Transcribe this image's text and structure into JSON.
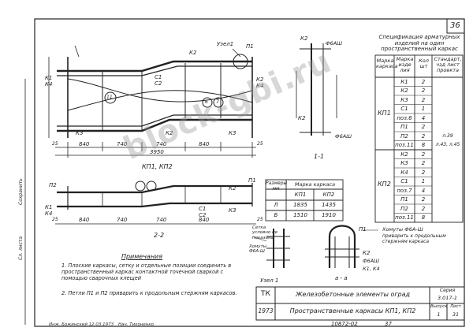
{
  "sheet": {
    "page_number": "36",
    "watermark": "block-gbi.ru"
  },
  "spec": {
    "title": "Спецификация арматурных изделий на один пространственный каркас",
    "headers": {
      "mark": "Марка каркаса",
      "item_mark": "Марка изде лия",
      "qty": "Кол шт",
      "standard": "Стандарт, чзд лист проекта"
    },
    "kp1_mark": "КП1",
    "kp2_mark": "КП2",
    "kp1_rows": [
      {
        "item": "К1",
        "qty": "2",
        "ref": ""
      },
      {
        "item": "К2",
        "qty": "2",
        "ref": ""
      },
      {
        "item": "К3",
        "qty": "2",
        "ref": ""
      },
      {
        "item": "С1",
        "qty": "1",
        "ref": ""
      },
      {
        "item": "поз.6",
        "qty": "4",
        "ref": ""
      },
      {
        "item": "П1",
        "qty": "2",
        "ref": ""
      },
      {
        "item": "П2",
        "qty": "2",
        "ref": "л.39"
      },
      {
        "item": "поз.11",
        "qty": "8",
        "ref": "л.43, л.45"
      }
    ],
    "kp2_rows": [
      {
        "item": "К2",
        "qty": "2",
        "ref": ""
      },
      {
        "item": "К3",
        "qty": "2",
        "ref": ""
      },
      {
        "item": "К4",
        "qty": "2",
        "ref": ""
      },
      {
        "item": "С1",
        "qty": "1",
        "ref": ""
      },
      {
        "item": "поз.7",
        "qty": "4",
        "ref": ""
      },
      {
        "item": "П1",
        "qty": "2",
        "ref": ""
      },
      {
        "item": "П2",
        "qty": "2",
        "ref": ""
      },
      {
        "item": "поз.11",
        "qty": "8",
        "ref": ""
      }
    ]
  },
  "sizes_table": {
    "size_header": "Размеры мм",
    "mark_header": "Марка каркаса",
    "col1": "КП1",
    "col2": "КП2",
    "rows": [
      {
        "label": "Л",
        "kp1": "1835",
        "kp2": "1435"
      },
      {
        "label": "Б",
        "kp1": "1510",
        "kp2": "1910"
      }
    ]
  },
  "drawing": {
    "node_label": "Узел1",
    "node_label_bottom": "Узел 1",
    "section_11": "1-1",
    "section_22": "2-2",
    "section_aa": "а - а",
    "title_kp": "КП1, КП2",
    "dims_top": [
      "840",
      "740",
      "740",
      "840"
    ],
    "dim_top_total": "3950",
    "dims_bottom": [
      "840",
      "740",
      "740",
      "840"
    ],
    "edge_dims": [
      "25",
      "25",
      "25",
      "25"
    ],
    "labels": {
      "p1": "П1",
      "p2": "П2",
      "k1": "К1",
      "k2": "К2",
      "k3": "К3",
      "k4": "К4",
      "c1": "С1",
      "c2": "С2",
      "n11": "11",
      "n6": "6",
      "n7": "7",
      "phi6": "Ф6АШ",
      "mesh": "Сетка условно не показана",
      "hoops": "Хомуты Ф6А-Ш",
      "hoop_note": "приварить к продольным стержням каркаса",
      "k1k4": "К1, К4",
      "a": "а",
      "l": "Л",
      "b": "Б"
    },
    "side_labels": {
      "left_vertical": "Сохранить",
      "left_vertical2": "Сл. листа"
    }
  },
  "notes": {
    "title": "Примечания",
    "n1": "1. Плоские каркасы, сетку и отдельные позиции соединить в пространственный каркас контактной точечной сваркой с помощью сварочных клещей",
    "n2": "2. Петли П1 и П2 приварить к продольным стержням каркасов."
  },
  "title_block": {
    "code": "ТК",
    "year": "1973",
    "name": "Железобетонные элементы оград",
    "subtitle": "Пространственные каркасы КП1, КП2",
    "series_label": "Серия",
    "series_value": "3.017-1",
    "issue_label": "Выпуск",
    "issue_value": "1",
    "sheet_label": "Лист",
    "sheet_value": "31",
    "order": "10872-02",
    "page": "37"
  },
  "signatures": {
    "left": "Инж. Божинский 12.03.1973",
    "right": "Нач. Тихоненко"
  }
}
